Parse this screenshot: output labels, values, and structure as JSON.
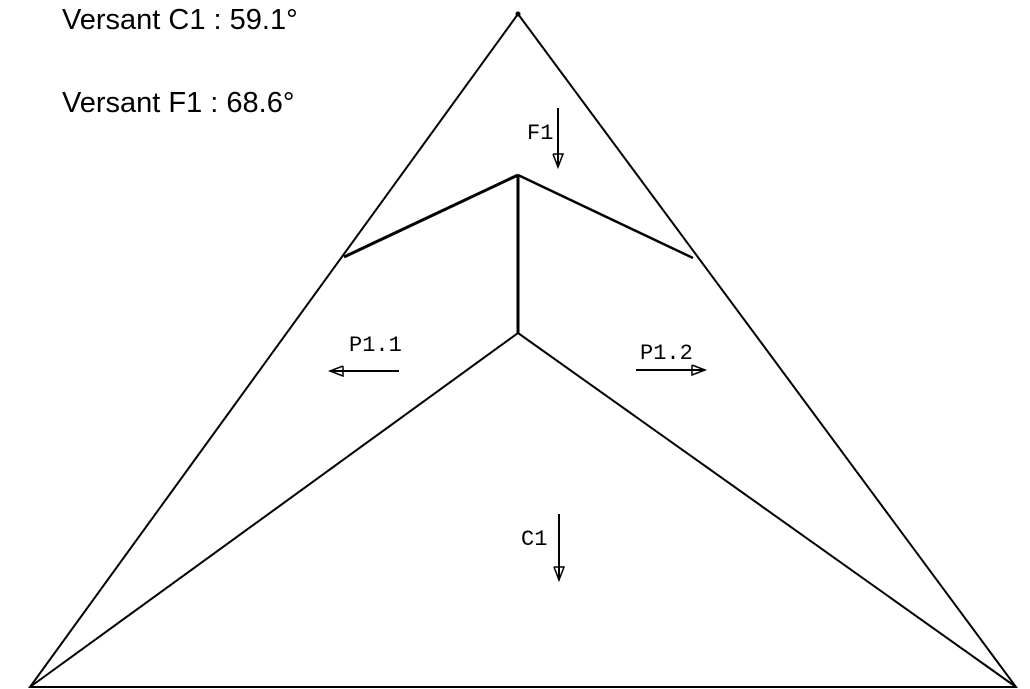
{
  "captions": {
    "versant_c1": "Versant C1 : 59.1°",
    "versant_f1": "Versant F1 : 68.6°"
  },
  "faces": {
    "f1": "F1",
    "p1_1": "P1.1",
    "p1_2": "P1.2",
    "c1": "C1"
  },
  "colors": {
    "stroke": "#000000",
    "background": "#ffffff"
  }
}
